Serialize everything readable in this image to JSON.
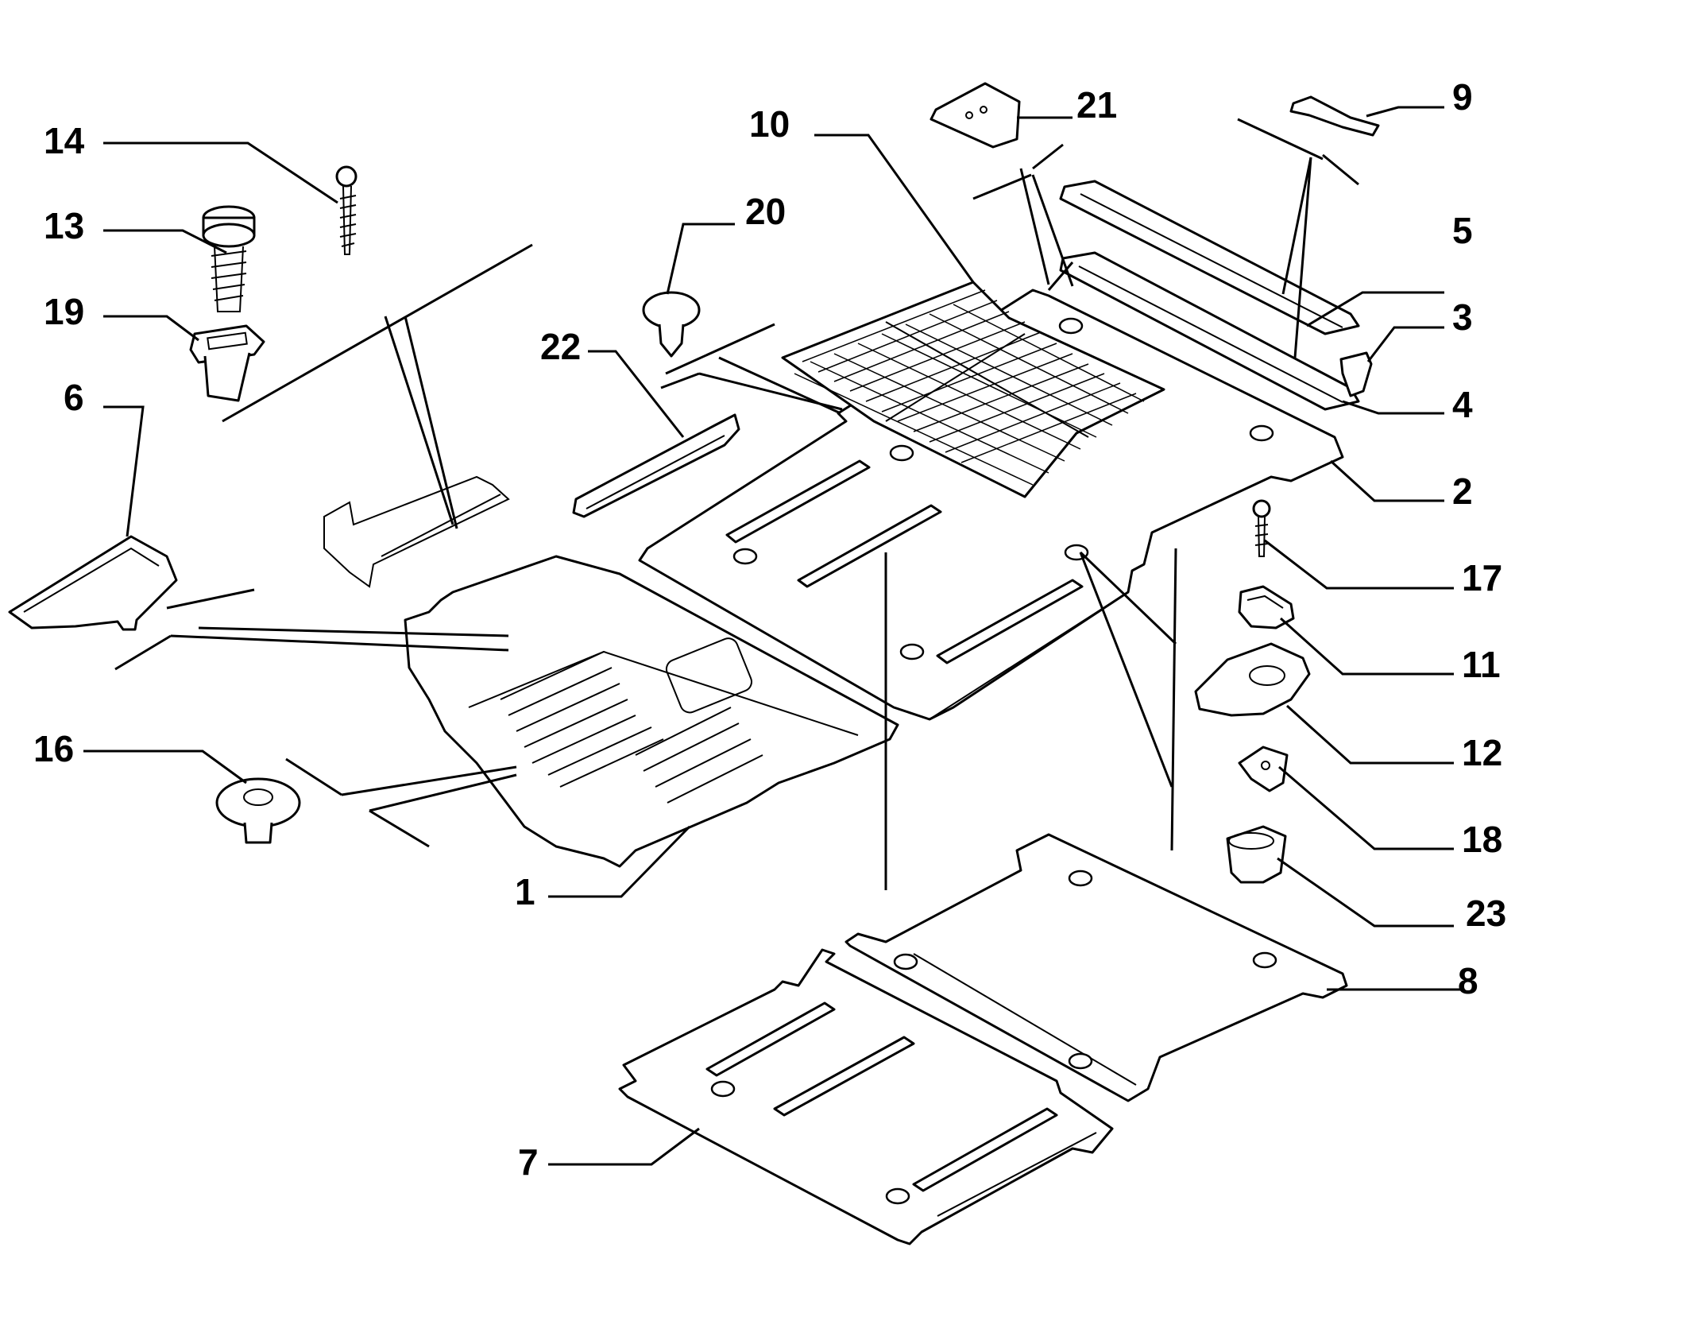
{
  "diagram": {
    "callouts": [
      {
        "id": "1",
        "label": "1"
      },
      {
        "id": "2",
        "label": "2"
      },
      {
        "id": "3",
        "label": "3"
      },
      {
        "id": "4",
        "label": "4"
      },
      {
        "id": "5",
        "label": "5"
      },
      {
        "id": "6",
        "label": "6"
      },
      {
        "id": "7",
        "label": "7"
      },
      {
        "id": "8",
        "label": "8"
      },
      {
        "id": "9",
        "label": "9"
      },
      {
        "id": "10",
        "label": "10"
      },
      {
        "id": "11",
        "label": "11"
      },
      {
        "id": "12",
        "label": "12"
      },
      {
        "id": "13",
        "label": "13"
      },
      {
        "id": "14",
        "label": "14"
      },
      {
        "id": "16",
        "label": "16"
      },
      {
        "id": "17",
        "label": "17"
      },
      {
        "id": "18",
        "label": "18"
      },
      {
        "id": "19",
        "label": "19"
      },
      {
        "id": "20",
        "label": "20"
      },
      {
        "id": "21",
        "label": "21"
      },
      {
        "id": "22",
        "label": "22"
      },
      {
        "id": "23",
        "label": "23"
      }
    ]
  }
}
